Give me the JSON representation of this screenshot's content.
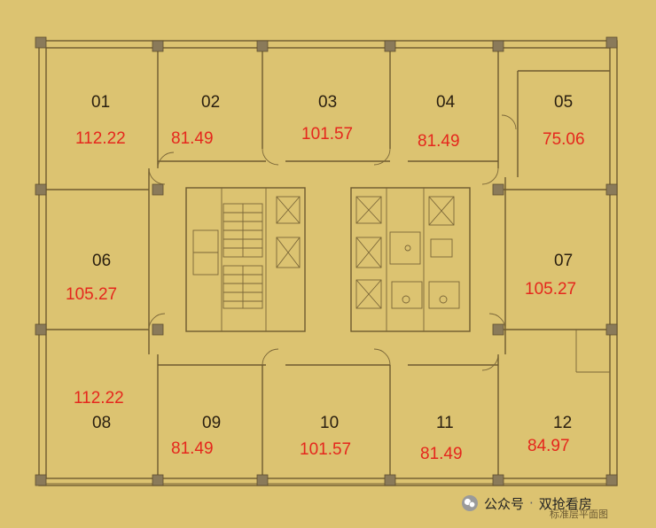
{
  "colors": {
    "background": "#dcc371",
    "wall": "#6e5a30",
    "area_text": "#e5271d",
    "number_text": "#2a1f10"
  },
  "rooms": [
    {
      "number": "01",
      "area": "112.22"
    },
    {
      "number": "02",
      "area": "81.49"
    },
    {
      "number": "03",
      "area": "101.57"
    },
    {
      "number": "04",
      "area": "81.49"
    },
    {
      "number": "05",
      "area": "75.06"
    },
    {
      "number": "06",
      "area": "105.27"
    },
    {
      "number": "07",
      "area": "105.27"
    },
    {
      "number": "08",
      "area": "112.22"
    },
    {
      "number": "09",
      "area": "81.49"
    },
    {
      "number": "10",
      "area": "101.57"
    },
    {
      "number": "11",
      "area": "81.49"
    },
    {
      "number": "12",
      "area": "84.97"
    }
  ],
  "watermark": {
    "label": "公众号",
    "separator": "·",
    "name": "双抢看房",
    "subtitle": "标准层平面图",
    "icon": "wechat-icon"
  }
}
